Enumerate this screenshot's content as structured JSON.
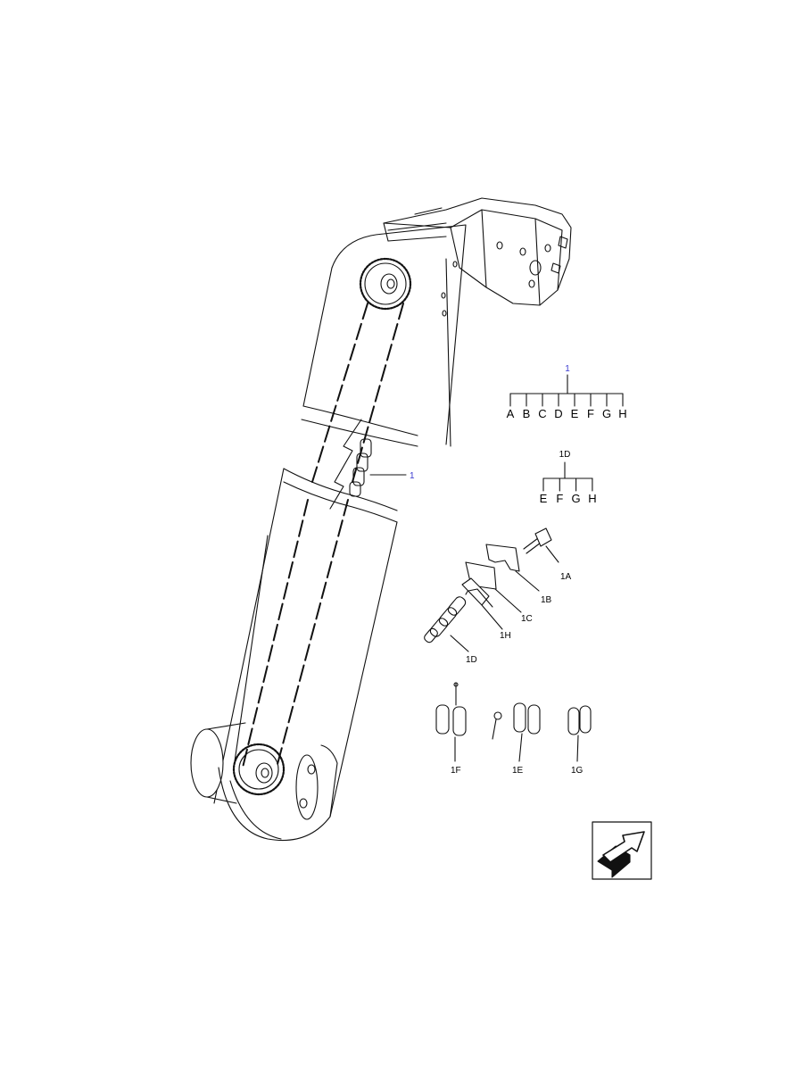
{
  "callout_main": "1",
  "callout_chain": "1",
  "tree_top": {
    "root": "1",
    "children": [
      "A",
      "B",
      "C",
      "D",
      "E",
      "F",
      "G",
      "H"
    ]
  },
  "tree_sub": {
    "root": "1D",
    "children": [
      "E",
      "F",
      "G",
      "H"
    ]
  },
  "parts": {
    "p1A": "1A",
    "p1B": "1B",
    "p1C": "1C",
    "p1H": "1H",
    "p1D": "1D",
    "p1F": "1F",
    "p1E": "1E",
    "p1G": "1G"
  },
  "colors": {
    "line": "#111111",
    "callout": "#3a3ad0",
    "fill": "#ffffff"
  },
  "icons": {
    "nav": "next-page-arrow-icon"
  }
}
